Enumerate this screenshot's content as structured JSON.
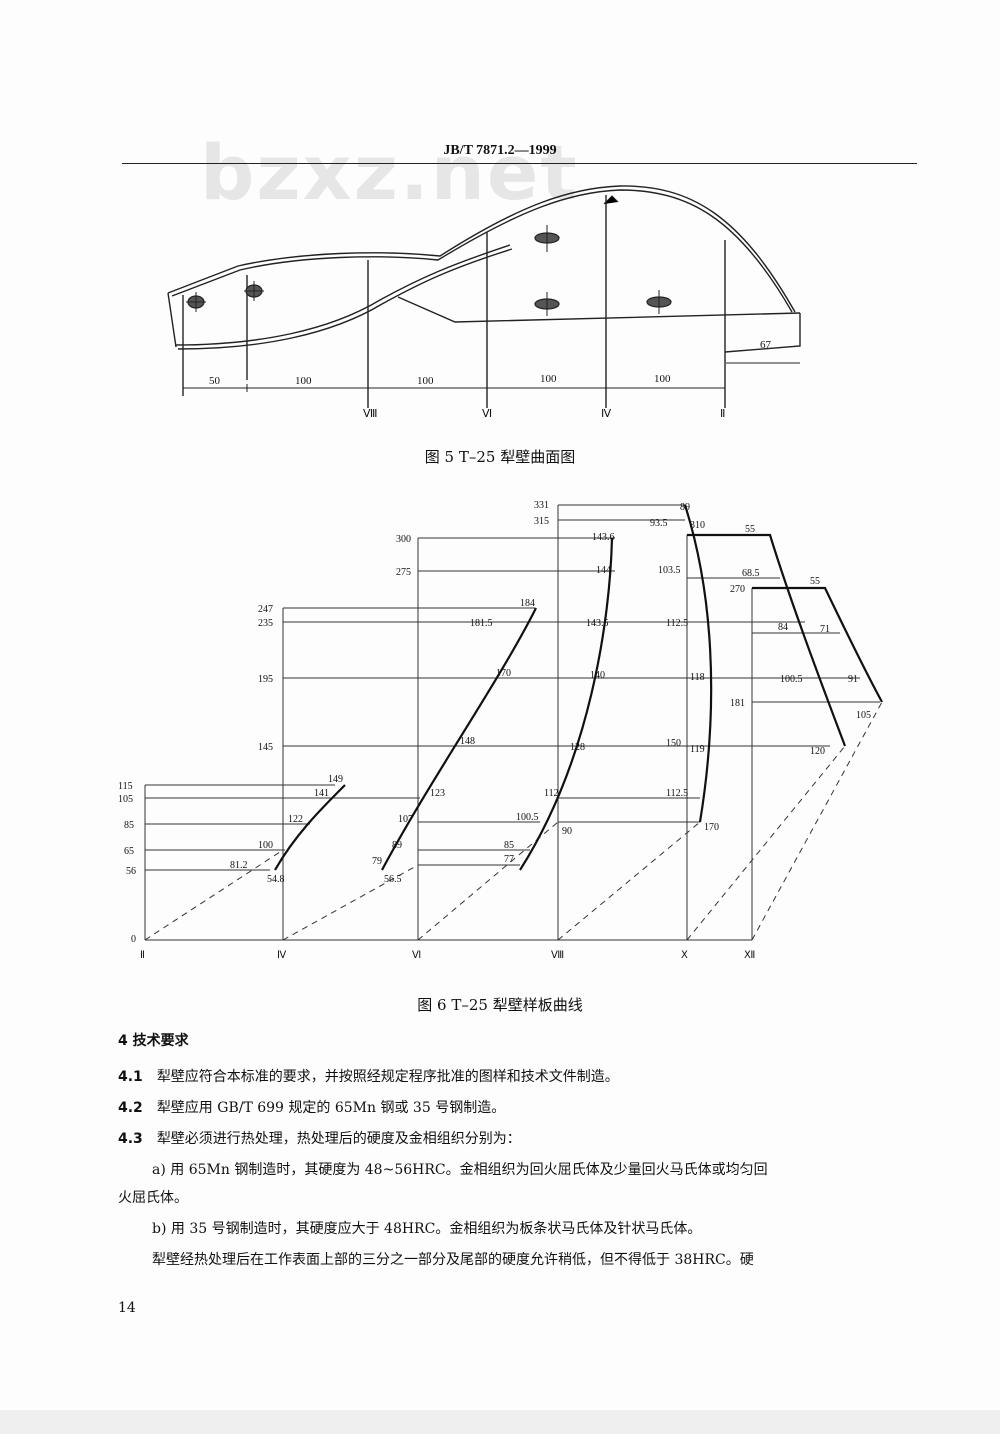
{
  "watermark": "bzxz.net",
  "header": {
    "standard_no": "JB/T 7871.2—1999"
  },
  "figure5": {
    "caption": "图 5   T–25 犁壁曲面图",
    "dimensions": [
      "50",
      "100",
      "100",
      "100",
      "100"
    ],
    "section_marks": [
      "Ⅷ",
      "Ⅵ",
      "Ⅳ",
      "Ⅱ"
    ],
    "radius_label": "67"
  },
  "figure6": {
    "caption": "图 6   T–25 犁壁样板曲线",
    "axis_values": [
      "331",
      "315",
      "300",
      "275",
      "247",
      "235",
      "195",
      "145",
      "115",
      "105",
      "85",
      "65",
      "56",
      "0"
    ],
    "stations": [
      "Ⅱ",
      "Ⅳ",
      "Ⅵ",
      "Ⅷ",
      "Ⅹ",
      "Ⅻ"
    ],
    "station_axis_labels": [
      "310",
      "270",
      "181"
    ],
    "curve_labels": [
      "149",
      "141",
      "122",
      "100",
      "81.2",
      "54.8",
      "184",
      "181.5",
      "170",
      "148",
      "123",
      "107",
      "89",
      "79",
      "56.5",
      "143.6",
      "144",
      "143.5",
      "140",
      "128",
      "112",
      "100.5",
      "85",
      "77",
      "90",
      "89",
      "93.5",
      "103.5",
      "112.5",
      "118",
      "150",
      "119",
      "112.5",
      "170",
      "55",
      "68.5",
      "84",
      "100.5",
      "120",
      "55",
      "71",
      "91",
      "105"
    ]
  },
  "section4": {
    "heading": "4   技术要求",
    "clauses": [
      {
        "no": "4.1",
        "text": "犁壁应符合本标准的要求，并按照经规定程序批准的图样和技术文件制造。"
      },
      {
        "no": "4.2",
        "text": "犁壁应用 GB/T 699 规定的 65Mn 钢或 35 号钢制造。"
      },
      {
        "no": "4.3",
        "text": "犁壁必须进行热处理，热处理后的硬度及金相组织分别为："
      }
    ],
    "item_a_line1": "a) 用 65Mn 钢制造时，其硬度为 48~56HRC。金相组织为回火屈氏体及少量回火马氏体或均匀回",
    "item_a_line2": "火屈氏体。",
    "item_b": "b) 用 35 号钢制造时，其硬度应大于 48HRC。金相组织为板条状马氏体及针状马氏体。",
    "trailing": "犁壁经热处理后在工作表面上部的三分之一部分及尾部的硬度允许稍低，但不得低于 38HRC。硬"
  },
  "page_number": "14"
}
